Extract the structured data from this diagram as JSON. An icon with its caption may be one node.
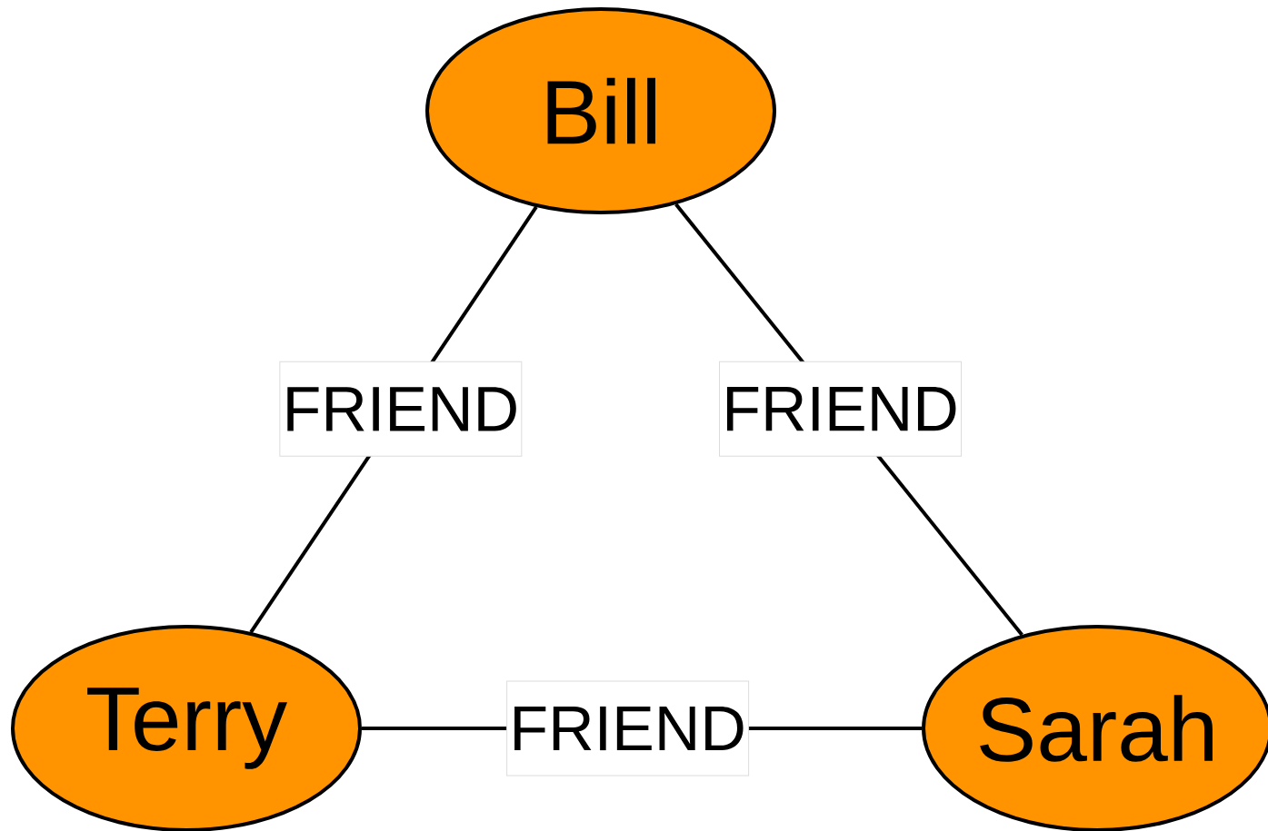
{
  "diagram": {
    "nodes": [
      {
        "text": [
          "Bill"
        ]
      },
      {
        "text": [
          "Terry"
        ]
      },
      {
        "text": [
          "Sarah"
        ]
      }
    ],
    "edges": [
      {
        "from": 0,
        "to": 1,
        "arrow": "none",
        "label": "FRIEND"
      },
      {
        "from": 0,
        "to": 2,
        "arrow": "none",
        "label": "FRIEND"
      },
      {
        "from": 1,
        "to": 2,
        "arrow": "none",
        "label": "FRIEND"
      }
    ]
  }
}
